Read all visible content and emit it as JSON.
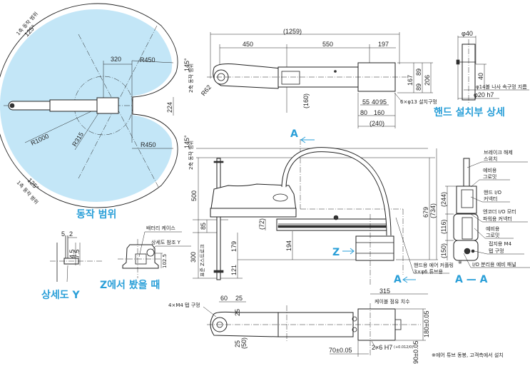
{
  "colors": {
    "accent": "#2a9fd8",
    "range_fill": "#c3e6f7",
    "line": "#222222"
  },
  "motion_range": {
    "title": "동작 범위",
    "axis1_label_top": "1축 동작 범위",
    "axis1_angle_top": "125°",
    "axis1_label_bottom": "1축 동작 범위",
    "axis1_angle_bottom": "125°",
    "axis2_label_top": "2축 동작 범위",
    "axis2_angle_top": "145°",
    "axis2_label_bottom": "2축 동작 범위",
    "axis2_angle_bottom": "145°",
    "dim_320": "320",
    "r450_top": "R450",
    "r450_bottom": "R450",
    "dim_224": "224",
    "r1000": "R1000",
    "r315": "R315"
  },
  "top_view": {
    "overall": "(1259)",
    "d450": "450",
    "d550": "550",
    "d197": "197",
    "r62": "R62",
    "d160p": "(160)",
    "d167": "167",
    "d89a": "89",
    "d89b": "89",
    "d206": "206",
    "d55": "55",
    "d40": "40",
    "d95": "95",
    "d80": "80",
    "d160": "160",
    "d240": "(240)",
    "mount_holes": "6×φ13 설치구멍"
  },
  "hand_detail": {
    "title": "핸드 설치부 상세",
    "phi40": "φ40",
    "d40": "40",
    "bore": "φ14볼 나사 속구멍 지름",
    "shaft": "φ20 h7"
  },
  "side_view": {
    "section_a_top": "A",
    "section_a_bottom": "A",
    "d500": "500",
    "d85": "85",
    "d300": "300",
    "stroke_label": "표준 Z스트로크",
    "d179": "179",
    "d121": "121",
    "d72": "(72)",
    "d194": "194",
    "z_marker": "Z",
    "d679": "679",
    "d734": "(734)",
    "d315": "315",
    "cable_label": "케이블 점유 치수",
    "air_coupling": "핸드용 에어 커플링",
    "air_note_mark": "※",
    "tube": "3×φ6 튜브용"
  },
  "section_aa": {
    "title": "A — A",
    "brake_1": "브레이크 해제",
    "brake_2": "스위치",
    "spare1_1": "예비용",
    "spare1_2": "그로밋",
    "hand_io_1": "핸드 I/O",
    "hand_io_2": "커넥터",
    "enc_1": "엔코더 I/O 모터",
    "enc_2": "파워용 커넥터",
    "spare2_1": "예비용",
    "spare2_2": "그로밋",
    "ground_1": "접지용 M4",
    "ground_2": "탭 구멍",
    "io_panel": "I/O 분리용 예비 패널",
    "d244": "(244)",
    "d116": "(116)",
    "d150": "(150)"
  },
  "detail_y": {
    "title": "상세도 Y",
    "d5": "5",
    "d2": "2",
    "d45": "4.5",
    "d75": "7.5"
  },
  "z_view": {
    "title": "Z에서 봤을 때",
    "battery": "배터리 케이스",
    "ref_y": "상세도 참조 Y",
    "d1025": "102.5"
  },
  "bottom_view": {
    "tap_holes": "4×M4 탭 구멍",
    "d60": "60",
    "d25a": "25",
    "d25b": "25",
    "d25c": "25",
    "d50": "(50)",
    "d70": "70±0.05",
    "pin_holes": "2×6 H7",
    "tol": "(+0.012/0)",
    "d180": "180±0.05",
    "d90": "90±0.05",
    "note": "※에어 튜브 동봉, 고객측에서 설치"
  }
}
